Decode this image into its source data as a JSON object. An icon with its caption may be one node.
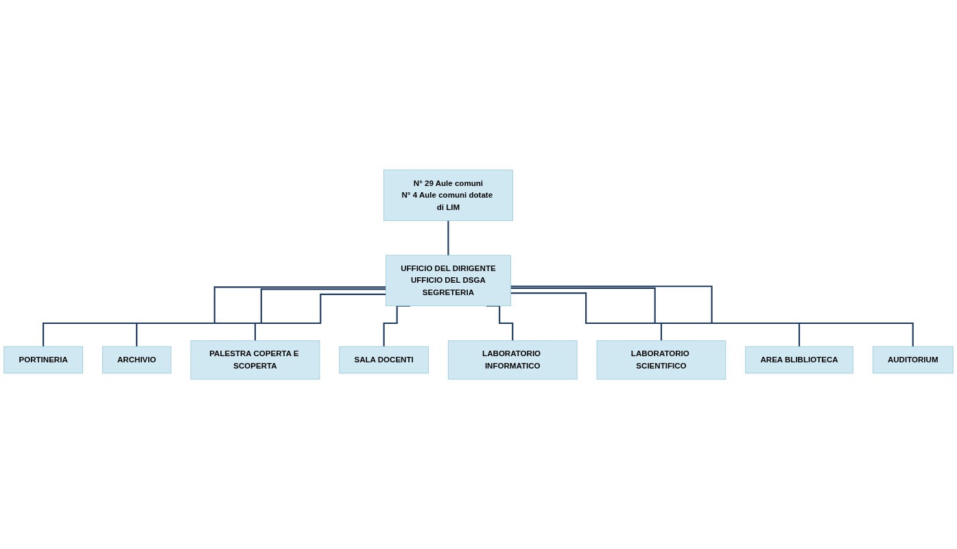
{
  "diagram": {
    "nodes": [
      {
        "text": [
          "N° 29 Aule comuni",
          "N° 4 Aule comuni dotate di LIM"
        ]
      },
      {
        "text": [
          "PORTINERIA"
        ]
      },
      {
        "text": [
          "ARCHIVIO"
        ]
      },
      {
        "text": [
          "PALESTRA COPERTA E SCOPERTA"
        ]
      },
      {
        "text": [
          "SALA DOCENTI"
        ]
      },
      {
        "text": [
          "UFFICIO DEL DIRIGENTE",
          "UFFICIO DEL DSGA",
          "SEGRETERIA"
        ]
      },
      {
        "text": [
          "LABORATORIO INFORMATICO"
        ]
      },
      {
        "text": [
          "LABORATORIO SCIENTIFICO"
        ]
      },
      {
        "text": [
          "AREA BLIBLIOTECA"
        ]
      },
      {
        "text": [
          "AUDITORIUM"
        ]
      }
    ],
    "edges": [
      {
        "from": 0,
        "to": 5,
        "arrow": "none"
      },
      {
        "from": 5,
        "to": 1,
        "arrow": "none"
      },
      {
        "from": 5,
        "to": 2,
        "arrow": "none"
      },
      {
        "from": 5,
        "to": 3,
        "arrow": "none"
      },
      {
        "from": 5,
        "to": 4,
        "arrow": "none"
      },
      {
        "from": 5,
        "to": 6,
        "arrow": "none"
      },
      {
        "from": 5,
        "to": 7,
        "arrow": "none"
      },
      {
        "from": 5,
        "to": 8,
        "arrow": "none"
      },
      {
        "from": 5,
        "to": 9,
        "arrow": "none"
      }
    ]
  }
}
